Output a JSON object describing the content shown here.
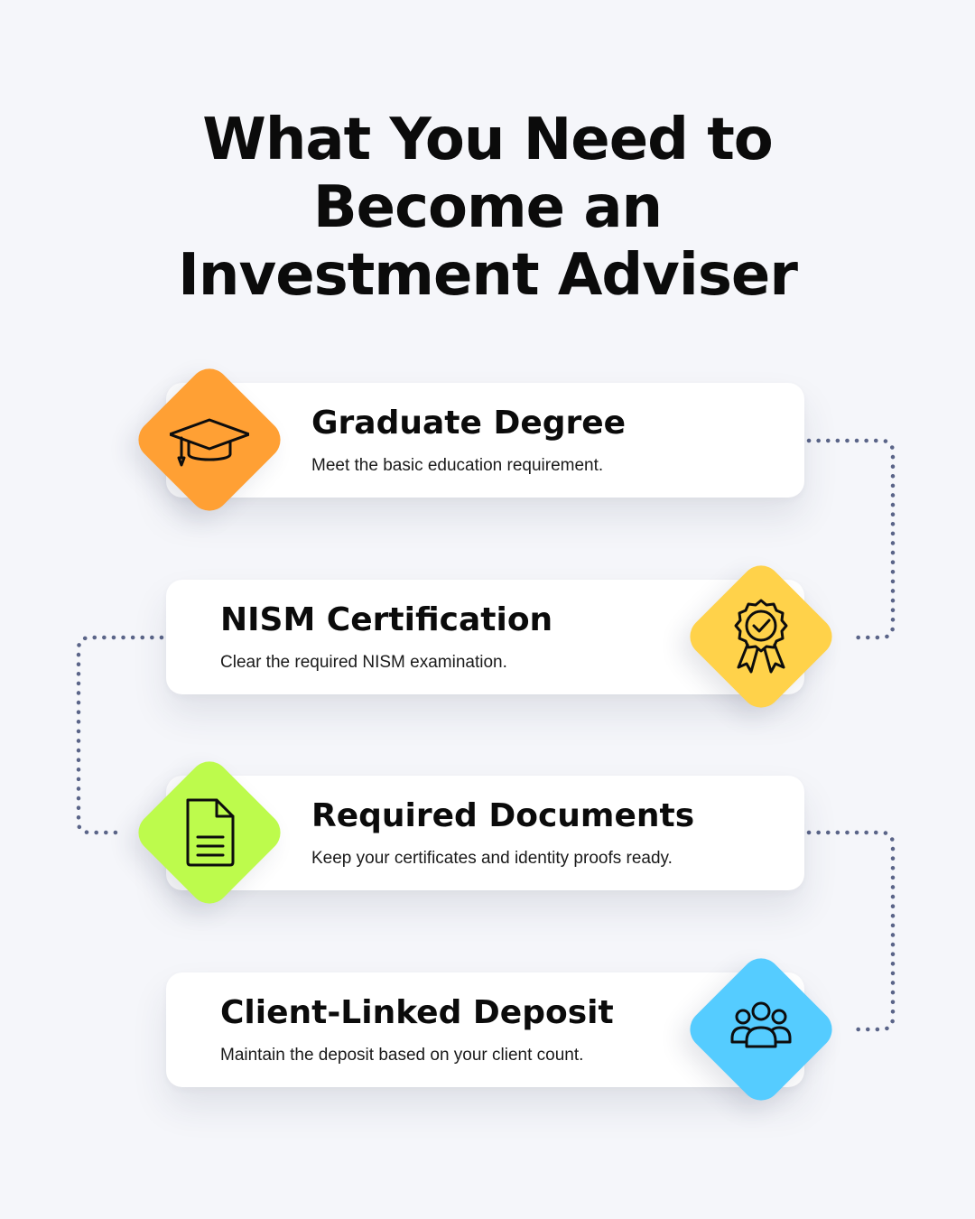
{
  "title": {
    "line1": "What You Need to",
    "line2": "Become an",
    "line3": "Investment Adviser"
  },
  "steps": [
    {
      "title": "Graduate Degree",
      "description": "Meet the basic education requirement.",
      "icon": "graduation-cap-icon",
      "color": "#ffa034"
    },
    {
      "title": "NISM Certification",
      "description": "Clear the required NISM examination.",
      "icon": "award-badge-icon",
      "color": "#ffd24a"
    },
    {
      "title": "Required Documents",
      "description": "Keep your certificates and identity proofs ready.",
      "icon": "document-icon",
      "color": "#bdfb4c"
    },
    {
      "title": "Client-Linked Deposit",
      "description": "Maintain the deposit based on your client count.",
      "icon": "users-group-icon",
      "color": "#55ccff"
    }
  ],
  "colors": {
    "background": "#f5f6fa",
    "connector": "#5a6488",
    "icon_stroke": "#0d0d0d"
  }
}
